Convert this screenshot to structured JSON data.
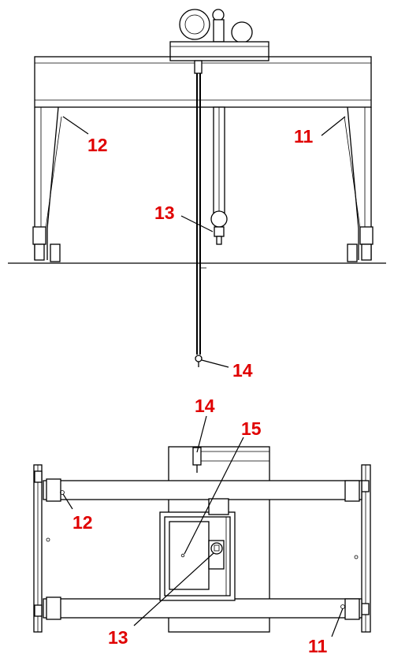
{
  "callouts": {
    "elev_12": "12",
    "elev_11": "11",
    "elev_13": "13",
    "elev_14": "14",
    "plan_14": "14",
    "plan_15": "15",
    "plan_12": "12",
    "plan_13": "13",
    "plan_11": "11"
  },
  "colors": {
    "callout": "#e00000",
    "line": "#000000",
    "background": "#ffffff"
  }
}
